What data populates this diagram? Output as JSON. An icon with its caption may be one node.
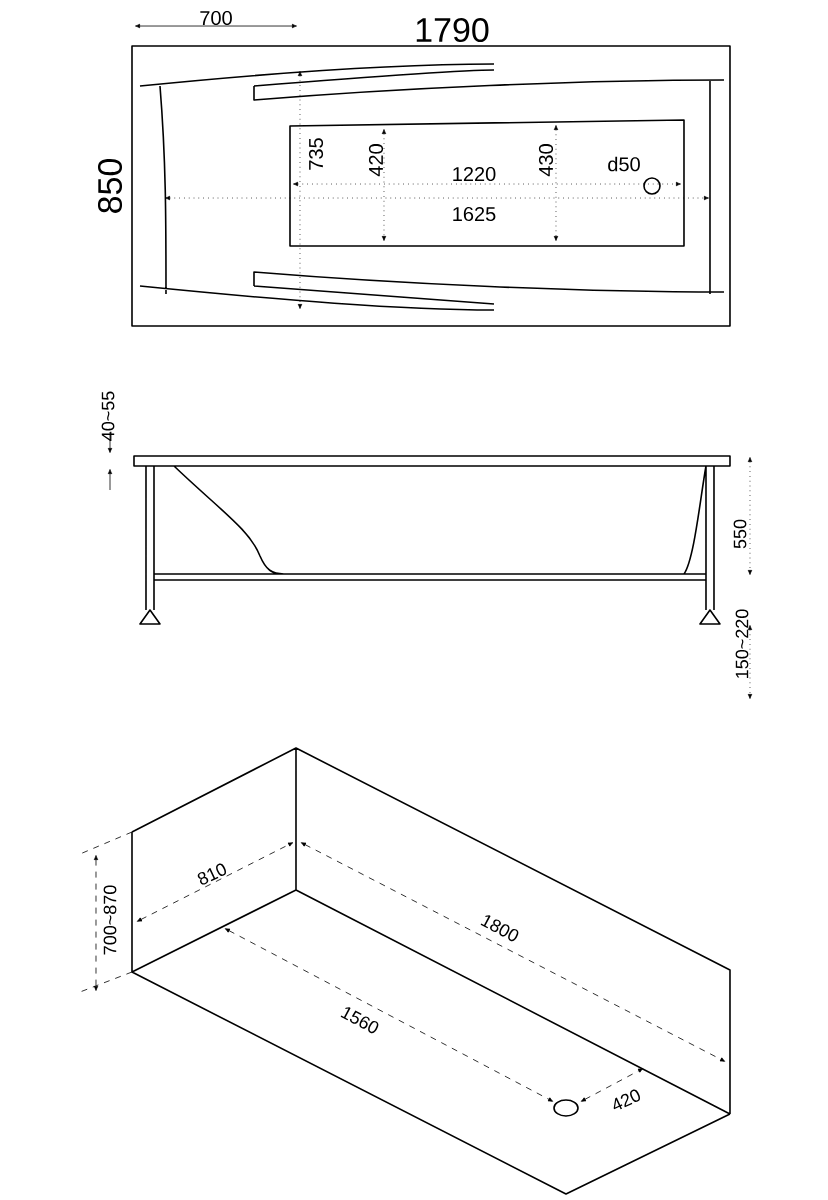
{
  "diagram": {
    "labels": [
      "700",
      "1790",
      "850",
      "735",
      "420",
      "1220",
      "430",
      "d50",
      "1625",
      "40~55",
      "550",
      "150~220",
      "700~870",
      "810",
      "1800",
      "1560",
      "420"
    ]
  }
}
